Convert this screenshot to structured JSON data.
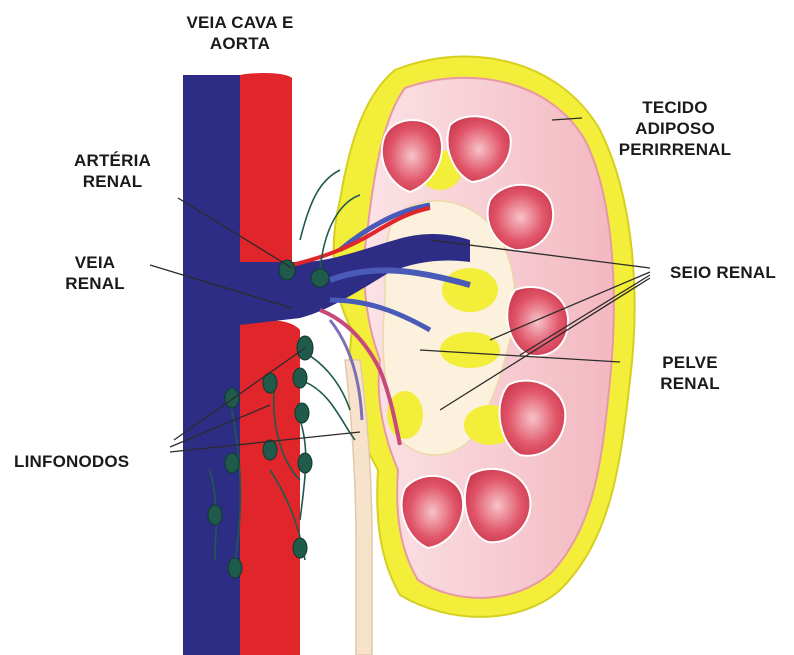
{
  "labels": {
    "veia_cava_aorta": "VEIA CAVA E\nAORTA",
    "arteria_renal": "ARTÉRIA\nRENAL",
    "veia_renal": "VEIA\nRENAL",
    "linfonodos": "LINFONODOS",
    "tecido_adiposo": "TECIDO\nADIPOSO\nPERIRRENAL",
    "seio_renal": "SEIO RENAL",
    "pelve_renal": "PELVE\nRENAL"
  },
  "colors": {
    "vein": "#2d2d86",
    "artery": "#e0252b",
    "fat": "#f2ee3a",
    "cortex": "#f6c9cf",
    "pyramid": "#d94a5c",
    "lymph_node": "#1f5a4a",
    "ureter": "#f7e3cc"
  }
}
